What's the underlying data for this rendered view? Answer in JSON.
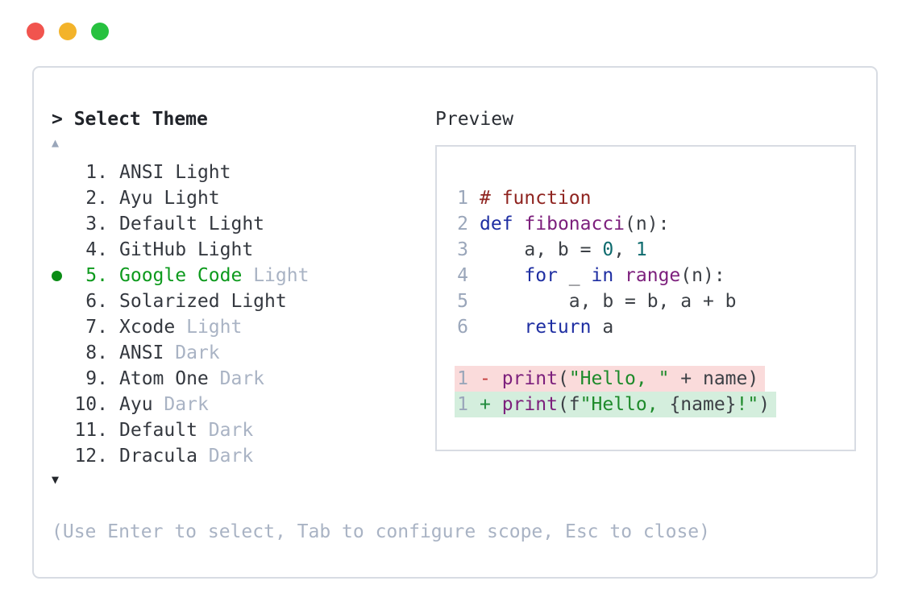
{
  "window": {
    "traffic_lights": [
      {
        "name": "close",
        "color": "#f1544e"
      },
      {
        "name": "minimize",
        "color": "#f3b32a"
      },
      {
        "name": "zoom",
        "color": "#27c13f"
      }
    ]
  },
  "picker": {
    "prompt": "> Select Theme",
    "scroll_up_icon": "▲",
    "scroll_down_icon": "▼",
    "hint": "(Use Enter to select, Tab to configure scope, Esc to close)",
    "items": [
      {
        "number": 1,
        "name": "ANSI",
        "variant": "Light",
        "variant_dim": false,
        "selected": false
      },
      {
        "number": 2,
        "name": "Ayu",
        "variant": "Light",
        "variant_dim": false,
        "selected": false
      },
      {
        "number": 3,
        "name": "Default",
        "variant": "Light",
        "variant_dim": false,
        "selected": false
      },
      {
        "number": 4,
        "name": "GitHub",
        "variant": "Light",
        "variant_dim": false,
        "selected": false
      },
      {
        "number": 5,
        "name": "Google Code",
        "variant": "Light",
        "variant_dim": true,
        "selected": true
      },
      {
        "number": 6,
        "name": "Solarized",
        "variant": "Light",
        "variant_dim": false,
        "selected": false
      },
      {
        "number": 7,
        "name": "Xcode",
        "variant": "Light",
        "variant_dim": true,
        "selected": false
      },
      {
        "number": 8,
        "name": "ANSI",
        "variant": "Dark",
        "variant_dim": true,
        "selected": false
      },
      {
        "number": 9,
        "name": "Atom One",
        "variant": "Dark",
        "variant_dim": true,
        "selected": false
      },
      {
        "number": 10,
        "name": "Ayu",
        "variant": "Dark",
        "variant_dim": true,
        "selected": false
      },
      {
        "number": 11,
        "name": "Default",
        "variant": "Dark",
        "variant_dim": true,
        "selected": false
      },
      {
        "number": 12,
        "name": "Dracula",
        "variant": "Dark",
        "variant_dim": true,
        "selected": false
      }
    ]
  },
  "preview": {
    "title": "Preview",
    "code_lines": [
      {
        "num": "1",
        "tokens": [
          {
            "text": "# function",
            "color": "comment"
          }
        ]
      },
      {
        "num": "2",
        "tokens": [
          {
            "text": "def",
            "color": "keyword"
          },
          {
            "text": " ",
            "color": "plain"
          },
          {
            "text": "fibonacci",
            "color": "function"
          },
          {
            "text": "(n):",
            "color": "plain"
          }
        ]
      },
      {
        "num": "3",
        "tokens": [
          {
            "text": "    a, b = ",
            "color": "plain"
          },
          {
            "text": "0",
            "color": "literal"
          },
          {
            "text": ", ",
            "color": "plain"
          },
          {
            "text": "1",
            "color": "literal"
          }
        ]
      },
      {
        "num": "4",
        "tokens": [
          {
            "text": "    ",
            "color": "plain"
          },
          {
            "text": "for",
            "color": "keyword"
          },
          {
            "text": " _ ",
            "color": "plain"
          },
          {
            "text": "in",
            "color": "keyword"
          },
          {
            "text": " ",
            "color": "plain"
          },
          {
            "text": "range",
            "color": "function"
          },
          {
            "text": "(n):",
            "color": "plain"
          }
        ]
      },
      {
        "num": "5",
        "tokens": [
          {
            "text": "        a, b = b, a + b",
            "color": "plain"
          }
        ]
      },
      {
        "num": "6",
        "tokens": [
          {
            "text": "    ",
            "color": "plain"
          },
          {
            "text": "return",
            "color": "keyword"
          },
          {
            "text": " a",
            "color": "plain"
          }
        ]
      }
    ],
    "diff_lines": [
      {
        "num": "1",
        "sign": "- ",
        "kind": "deletion",
        "tokens": [
          {
            "text": "print",
            "color": "function"
          },
          {
            "text": "(",
            "color": "plain"
          },
          {
            "text": "\"Hello, \"",
            "color": "string"
          },
          {
            "text": " + name)",
            "color": "plain"
          }
        ]
      },
      {
        "num": "1",
        "sign": "+ ",
        "kind": "addition",
        "tokens": [
          {
            "text": "print",
            "color": "function"
          },
          {
            "text": "(f",
            "color": "plain"
          },
          {
            "text": "\"Hello, ",
            "color": "string"
          },
          {
            "text": "{name}",
            "color": "plain"
          },
          {
            "text": "!\"",
            "color": "string"
          },
          {
            "text": ")",
            "color": "plain"
          }
        ]
      }
    ]
  },
  "colors": {
    "border": "#d8dce3",
    "prompt_text": "#202329",
    "item_text": "#34383f",
    "dim_text": "#a9b3c4",
    "selected_text": "#0d9a1d",
    "selected_bullet": "#0a8c15",
    "scroll_up": "#9aa6ba",
    "scroll_down": "#24272c",
    "preview_title": "#2a2e34",
    "line_number": "#9aa6ba",
    "plain": "#3c4046",
    "comment": "#8f2420",
    "keyword": "#1e2ea2",
    "function": "#7c1f7c",
    "string": "#1d8a2a",
    "literal": "#0e6b6e",
    "diff_del_sign": "#c43c3c",
    "diff_add_sign": "#1f8a3c",
    "diff_del_bg": "#fadbdb",
    "diff_add_bg": "#d4eedd"
  }
}
